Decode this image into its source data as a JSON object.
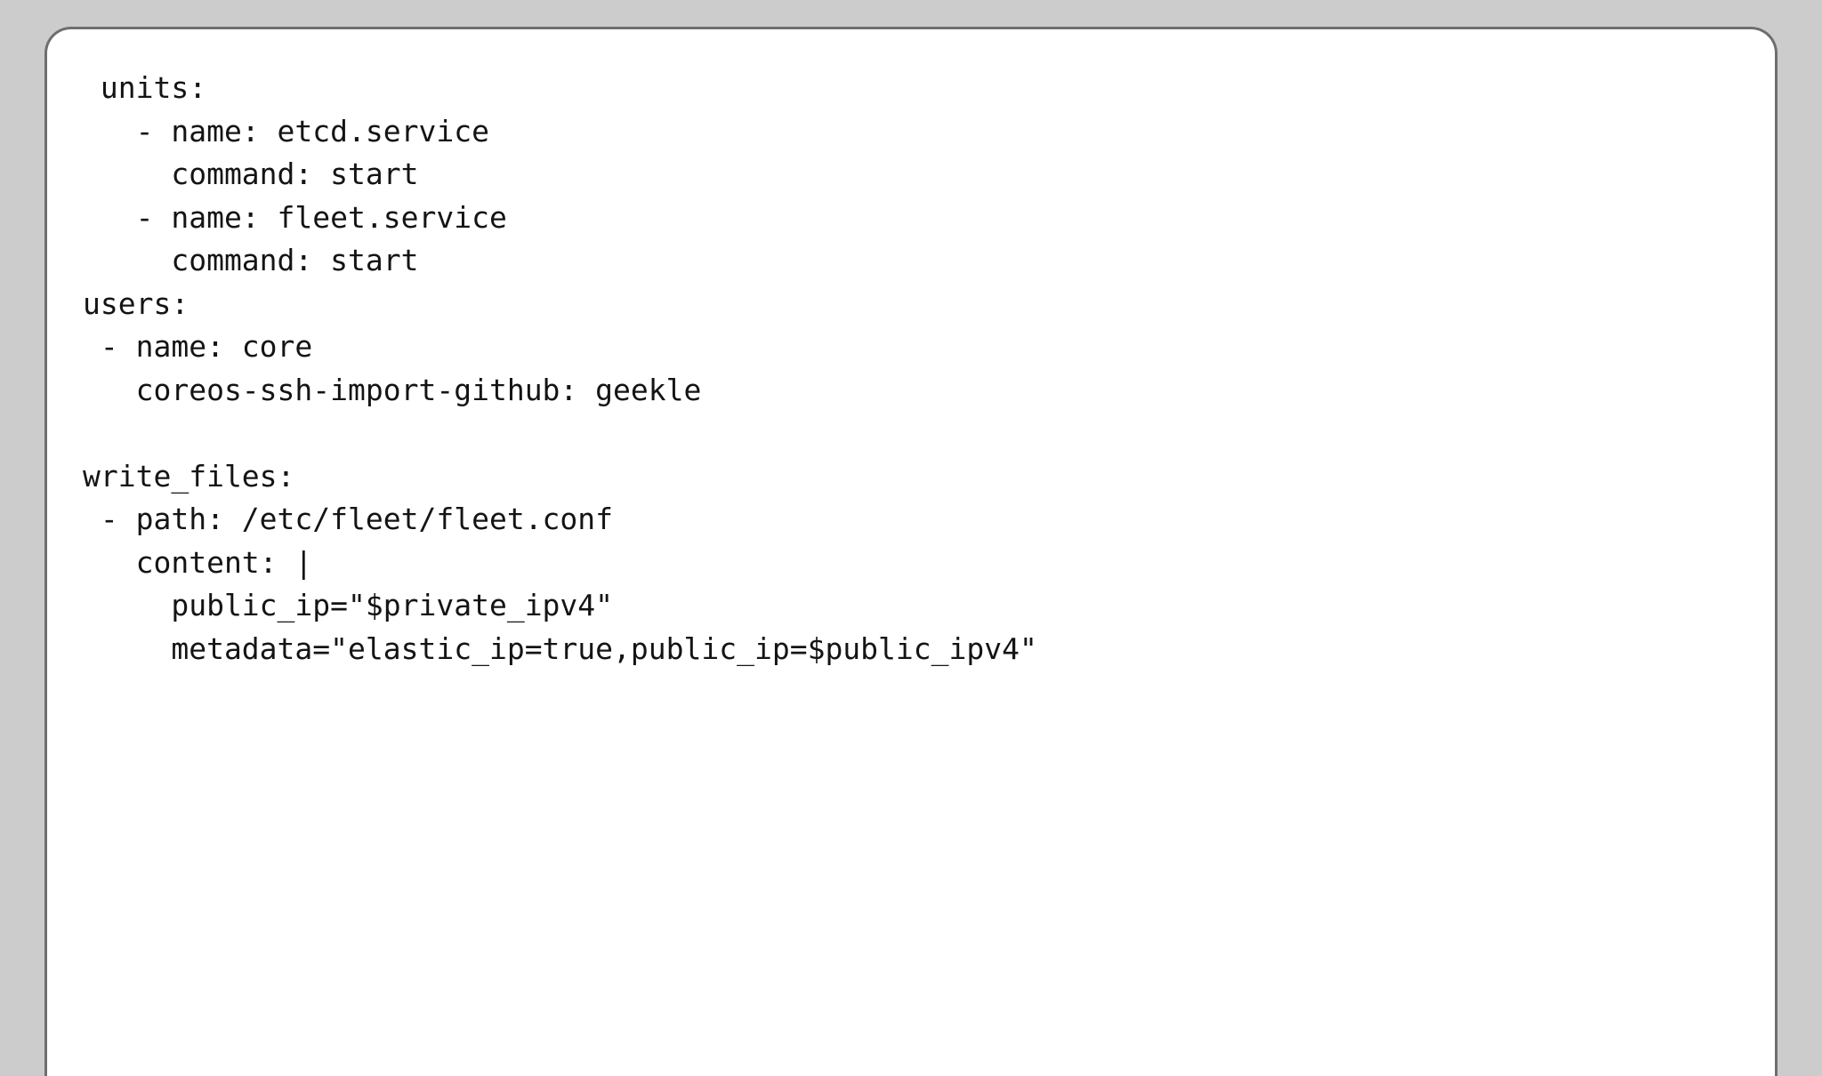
{
  "window": {
    "background_color": "#cccccc",
    "card_background_color": "#ffffff",
    "card_border_color": "#6e6e6e",
    "text_color": "#141414"
  },
  "document": {
    "format": "yaml",
    "description": "CoreOS cloud-config snippet",
    "lines": [
      " units:",
      "   - name: etcd.service",
      "     command: start",
      "   - name: fleet.service",
      "     command: start",
      "users:",
      " - name: core",
      "   coreos-ssh-import-github: geekle",
      "",
      "write_files:",
      " - path: /etc/fleet/fleet.conf",
      "   content: |",
      "     public_ip=\"$private_ipv4\"",
      "     metadata=\"elastic_ip=true,public_ip=$public_ipv4\""
    ]
  }
}
